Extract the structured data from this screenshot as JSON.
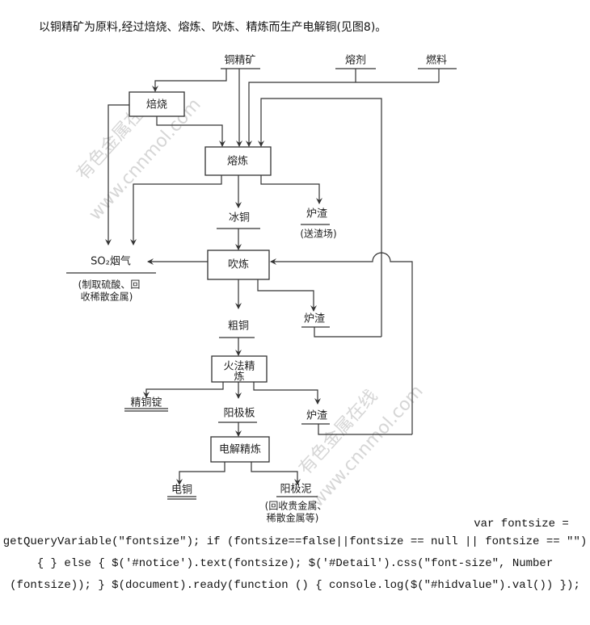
{
  "intro": "以铜精矿为原料,经过焙烧、熔炼、吹炼、精炼而生产电解铜(见图8)。",
  "diagram": {
    "inputs": {
      "concentrate": "铜精矿",
      "flux": "熔剂",
      "fuel": "燃料"
    },
    "roasting": "焙烧",
    "smelting": "熔炼",
    "matte": "冰铜",
    "slag1": "炉渣",
    "slag1_note": "(送渣场)",
    "so2": "SO₂烟气",
    "so2_note1": "(制取硫酸、回",
    "so2_note2": "收稀散金属)",
    "converting": "吹炼",
    "blister": "粗铜",
    "slag2": "炉渣",
    "fire_refining1": "火法精",
    "fire_refining2": "炼",
    "ingot": "精铜锭",
    "anode": "阳极板",
    "slag3": "炉渣",
    "electrolytic": "电解精炼",
    "cathode": "电铜",
    "slime": "阳极泥",
    "slime_note1": "(回收贵金属、",
    "slime_note2": "稀散金属等)",
    "watermark1": "有色金属在线",
    "watermark2": "www.cnnmol.com"
  },
  "code": {
    "line1": "var fontsize =",
    "line2": "getQueryVariable(\"fontsize\"); if (fontsize==false||fontsize == null || fontsize == \"\")",
    "line3": "{ } else { $('#notice').text(fontsize); $('#Detail').css(\"font-size\", Number",
    "line4": "(fontsize)); } $(document).ready(function () { console.log($(\"#hidvalue\").val()) });"
  }
}
